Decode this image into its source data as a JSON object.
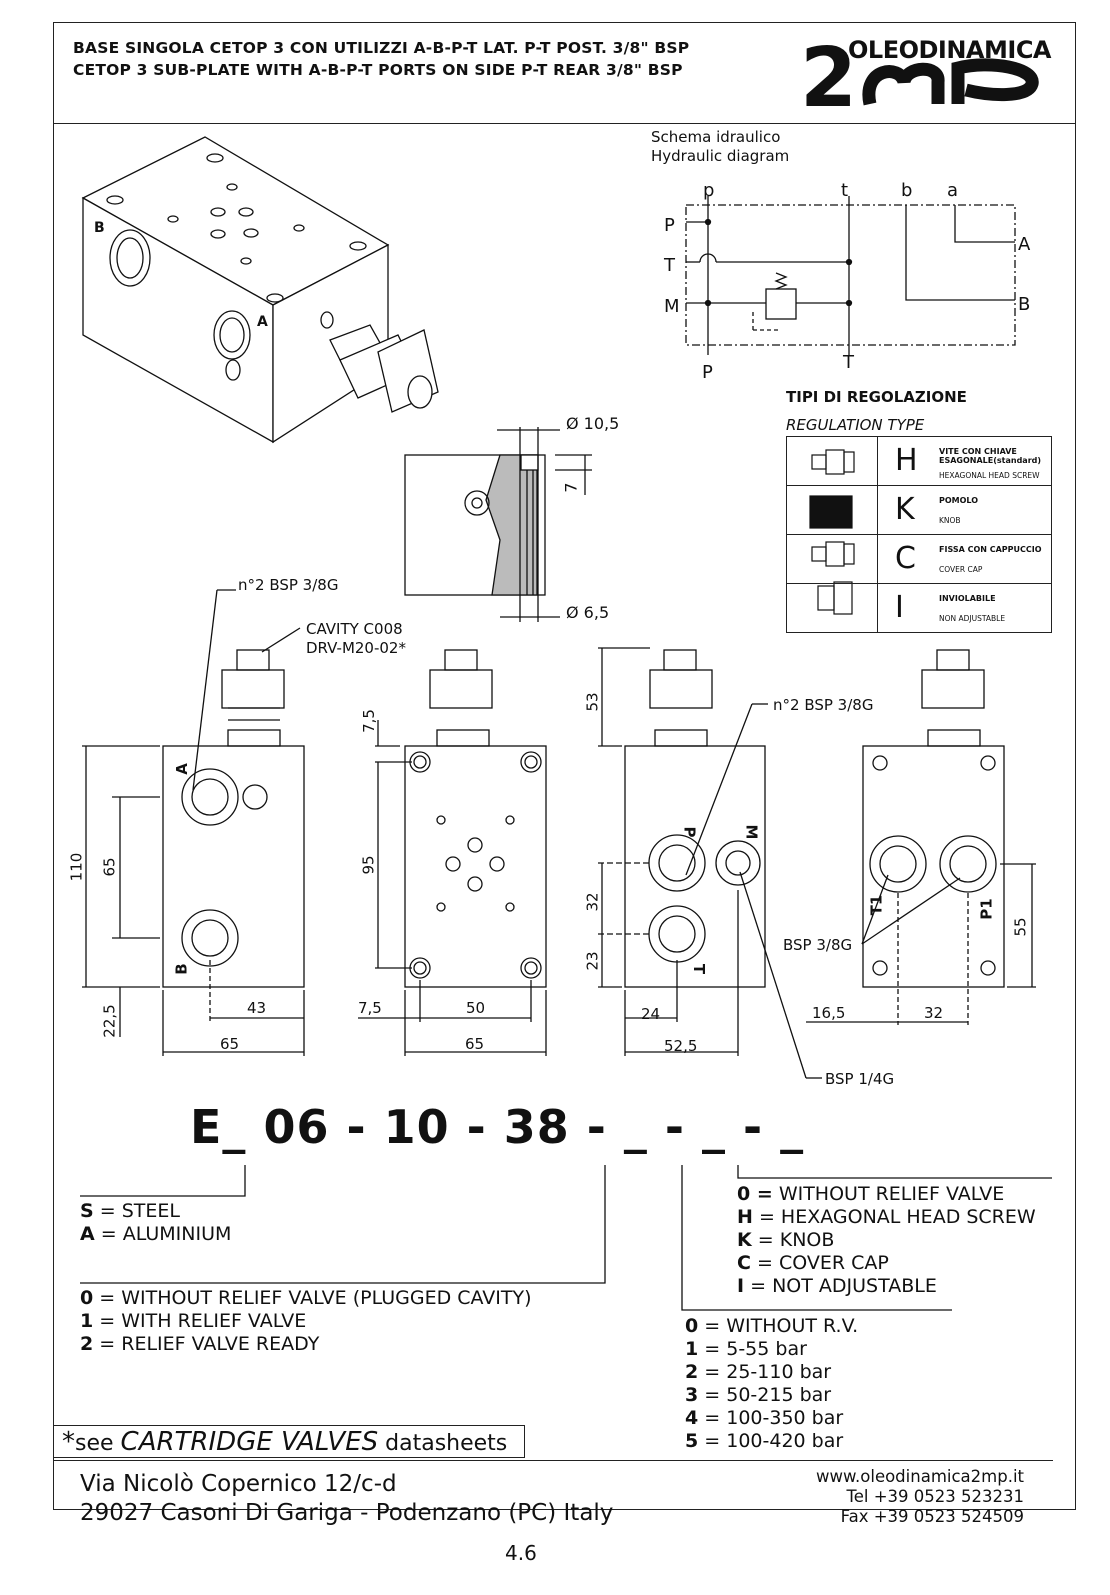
{
  "header": {
    "title_it": "BASE SINGOLA CETOP 3 CON UTILIZZI A-B-P-T LAT. P-T POST. 3/8\" BSP",
    "title_en": "CETOP 3 SUB-PLATE WITH A-B-P-T PORTS ON SIDE P-T REAR 3/8\" BSP",
    "logo_small": "OLEODINAMICA",
    "logo_big": "2mp"
  },
  "hydraulic": {
    "title_it": "Schema idraulico",
    "title_en": "Hydraulic diagram",
    "ports": {
      "p_top": "p",
      "t_top": "t",
      "b_top": "b",
      "a_top": "a",
      "P": "P",
      "T": "T",
      "M": "M",
      "A": "A",
      "B": "B",
      "P_bottom": "P",
      "T_bottom": "T"
    }
  },
  "regulation": {
    "title": "TIPI DI REGOLAZIONE",
    "subtitle": "REGULATION TYPE",
    "rows": [
      {
        "letter": "H",
        "it": "VITE CON CHIAVE ESAGONALE(standard)",
        "en": "HEXAGONAL HEAD SCREW"
      },
      {
        "letter": "K",
        "it": "POMOLO",
        "en": "KNOB"
      },
      {
        "letter": "C",
        "it": "FISSA CON CAPPUCCIO",
        "en": "COVER CAP"
      },
      {
        "letter": "I",
        "it": "INVIOLABILE",
        "en": "NON ADJUSTABLE"
      }
    ]
  },
  "dimensions": {
    "d105": "Ø 10,5",
    "d65": "Ø 6,5",
    "seven": "7",
    "bsp_note1": "n°2 BSP 3/8G",
    "cavity1": "CAVITY C008",
    "cavity2": "DRV-M20-02*",
    "bsp_note2": "n°2 BSP 3/8G",
    "bsp38": "BSP 3/8G",
    "bsp14": "BSP 1/4G",
    "v1": {
      "h110": "110",
      "h65": "65",
      "h225": "22,5",
      "w43": "43",
      "w65": "65",
      "A": "A",
      "B": "B"
    },
    "v2": {
      "h75": "7,5",
      "h95": "95",
      "w75": "7,5",
      "w50": "50",
      "w65": "65"
    },
    "v3": {
      "h53": "53",
      "h32": "32",
      "h23": "23",
      "w24": "24",
      "w525": "52,5",
      "P": "P",
      "M": "M",
      "T": "T"
    },
    "v4": {
      "h55": "55",
      "w165": "16,5",
      "w32": "32",
      "T1": "T1",
      "P1": "P1"
    }
  },
  "code": {
    "text": "E_ 06 - 10 - 38 - _ - _ - _"
  },
  "options": {
    "material": [
      {
        "key": "S",
        "value": "= STEEL"
      },
      {
        "key": "A",
        "value": "= ALUMINIUM"
      }
    ],
    "valve": [
      {
        "key": "0",
        "value": "= WITHOUT RELIEF VALVE (PLUGGED CAVITY)"
      },
      {
        "key": "1",
        "value": "= WITH RELIEF VALVE"
      },
      {
        "key": "2",
        "value": "= RELIEF VALVE READY"
      }
    ],
    "regulation": [
      {
        "key": "0 =",
        "value": "WITHOUT RELIEF VALVE"
      },
      {
        "key": "H",
        "value": "= HEXAGONAL HEAD SCREW"
      },
      {
        "key": "K",
        "value": "= KNOB"
      },
      {
        "key": "C",
        "value": "= COVER CAP"
      },
      {
        "key": "I",
        "value": "= NOT ADJUSTABLE"
      }
    ],
    "pressure": [
      {
        "key": "0",
        "value": "= WITHOUT R.V."
      },
      {
        "key": "1",
        "value": "= 5-55 bar"
      },
      {
        "key": "2",
        "value": "= 25-110 bar"
      },
      {
        "key": "3",
        "value": "= 50-215 bar"
      },
      {
        "key": "4",
        "value": "= 100-350 bar"
      },
      {
        "key": "5",
        "value": "= 100-420 bar"
      }
    ]
  },
  "note": {
    "star": "*",
    "see": "see",
    "link": "CARTRIDGE VALVES",
    "rest": "datasheets"
  },
  "footer": {
    "address1": "Via Nicolò Copernico 12/c-d",
    "address2": "29027 Casoni Di Gariga - Podenzano (PC) Italy",
    "web": "www.oleodinamica2mp.it",
    "tel": "Tel +39 0523 523231",
    "fax": "Fax +39 0523 524509"
  },
  "page_number": "4.6"
}
